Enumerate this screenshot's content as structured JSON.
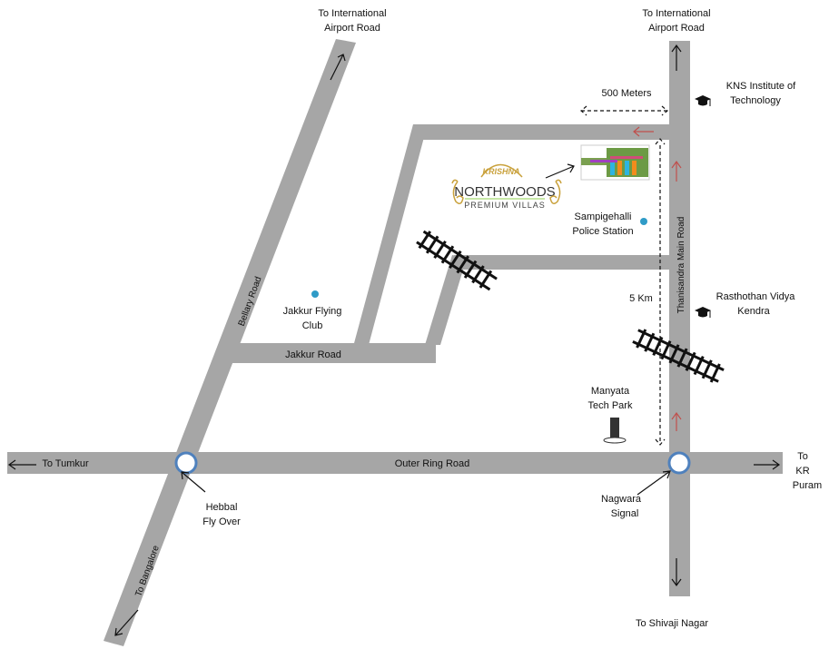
{
  "labels": {
    "intl_airport_left": [
      "To International",
      "Airport Road"
    ],
    "intl_airport_right": [
      "To International",
      "Airport Road"
    ],
    "distance_500": "500 Meters",
    "kns": [
      "KNS Institute of",
      "Technology"
    ],
    "sampigehalli": [
      "Sampigehalli",
      "Police Station"
    ],
    "thanisandra": "Thanisandra Main Road",
    "bellary": "Bellary Road",
    "jakkur_flying": [
      "Jakkur  Flying",
      "Club"
    ],
    "distance_5km": "5 Km",
    "rasthothan": [
      "Rasthothan Vidya",
      "Kendra"
    ],
    "jakkur_road": "Jakkur Road",
    "manyata": [
      "Manyata",
      "Tech Park"
    ],
    "to_tumkur": "To Tumkur",
    "outer_ring": "Outer Ring  Road",
    "to_kr_puram": [
      "To",
      "KR",
      "Puram"
    ],
    "hebbal": [
      "Hebbal",
      "Fly  Over"
    ],
    "nagwara": [
      "Nagwara",
      "Signal"
    ],
    "to_bangalore": "To  Bangalore",
    "to_shivaji": "To Shivaji Nagar"
  },
  "logo": {
    "top": "KRISHNA",
    "main": "NORTHWOODS",
    "sub": "PREMIUM VILLAS"
  },
  "colors": {
    "road": "#a6a6a6",
    "junction": "#4f81bd",
    "logo_gold": "#c9a13b",
    "arrow_red": "#c0504d"
  }
}
